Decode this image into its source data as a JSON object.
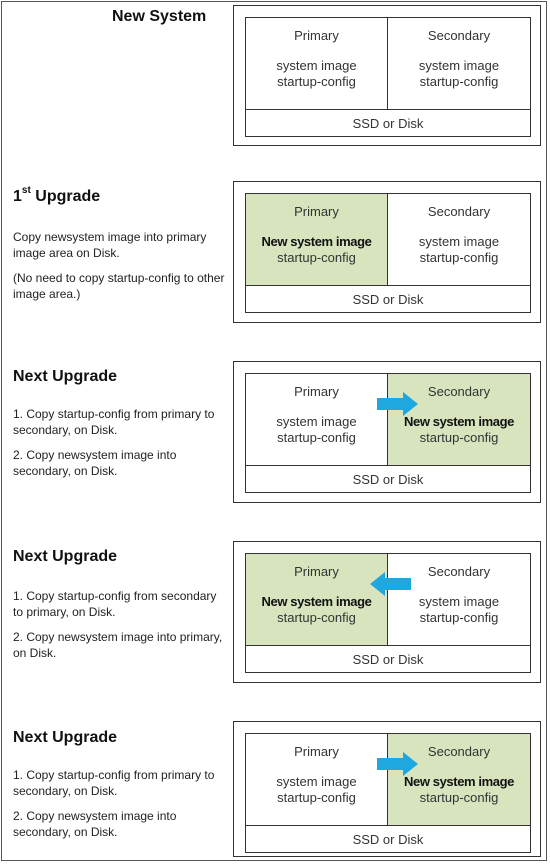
{
  "labels": {
    "primary": "Primary",
    "secondary": "Secondary",
    "system_image": "system image",
    "startup_config": "startup-config",
    "new_system_image": "New system image",
    "disk": "SSD or Disk"
  },
  "steps": [
    {
      "title": "New System",
      "sup": "",
      "lines": []
    },
    {
      "title": "Upgrade",
      "sup_prefix": "1",
      "sup": "st",
      "lines": [
        "Copy newsystem image into primary image area on Disk.",
        "(No need to copy startup-config to other image area.)"
      ]
    },
    {
      "title": "Next Upgrade",
      "lines": [
        "1. Copy startup-config from primary to secondary, on Disk.",
        "2. Copy newsystem image into secondary, on Disk."
      ]
    },
    {
      "title": "Next Upgrade",
      "lines": [
        "1. Copy startup-config from secondary to primary, on Disk.",
        "2. Copy newsystem image into primary, on Disk."
      ]
    },
    {
      "title": "Next Upgrade",
      "lines": [
        "1. Copy startup-config from primary to secondary, on Disk.",
        "2. Copy newsystem image into secondary, on Disk."
      ]
    }
  ],
  "colors": {
    "highlight": "#d7e4bd",
    "arrow": "#1fa7e0"
  }
}
